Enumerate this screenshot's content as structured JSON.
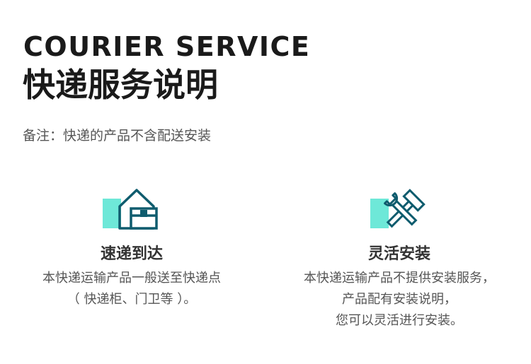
{
  "header": {
    "title_en": "COURIER SERVICE",
    "title_cn": "快递服务说明",
    "note": "备注：快递的产品不含配送安装"
  },
  "features": [
    {
      "icon": "house-box-icon",
      "title": "速递到达",
      "lines": [
        "本快递运输产品一般送至快递点",
        "（ 快递柜、门卫等 ）。"
      ]
    },
    {
      "icon": "wrench-hammer-icon",
      "title": "灵活安装",
      "lines": [
        "本快递运输产品不提供安装服务，",
        "产品配有安装说明，",
        "您可以灵活进行安装。"
      ]
    }
  ],
  "colors": {
    "accent": "#6ee8d8",
    "icon_stroke": "#0f5c6e",
    "title": "#1a1a1a",
    "text": "#555555"
  }
}
